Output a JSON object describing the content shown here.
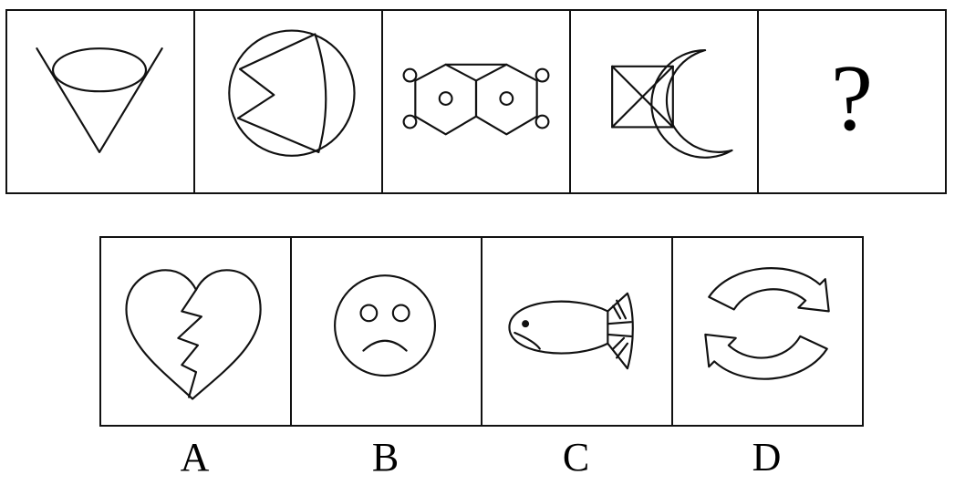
{
  "question_row": {
    "cells": [
      {
        "figure": "cone-with-ellipse"
      },
      {
        "figure": "circle-with-zigzag"
      },
      {
        "figure": "double-hexagon-with-circles"
      },
      {
        "figure": "square-x-with-crescent"
      },
      {
        "figure": "question-mark",
        "text": "?"
      }
    ]
  },
  "options": [
    {
      "label": "A",
      "figure": "broken-heart-icon"
    },
    {
      "label": "B",
      "figure": "sad-face-icon"
    },
    {
      "label": "C",
      "figure": "fish-icon"
    },
    {
      "label": "D",
      "figure": "cycle-arrows-icon"
    }
  ]
}
